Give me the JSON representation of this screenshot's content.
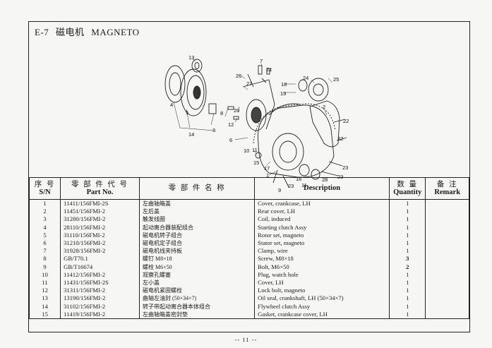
{
  "header": {
    "code": "E-7",
    "title_cn": "磁电机",
    "title_en": "MAGNETO"
  },
  "diagram": {
    "callouts": [
      "13",
      "7",
      "21",
      "26",
      "27",
      "18",
      "19",
      "24",
      "25",
      "4",
      "5",
      "14",
      "3",
      "8",
      "12",
      "20",
      "2",
      "1",
      "6",
      "10",
      "11",
      "15",
      "17",
      "22",
      "22",
      "9",
      "23",
      "16",
      "11",
      "28",
      "23",
      "23"
    ]
  },
  "table": {
    "headers": {
      "seq_cn": "序 号",
      "seq_en": "S/N",
      "part_cn": "零 部 件 代 号",
      "part_en": "Part No.",
      "name_cn": "零 部 件 名 称",
      "desc_en": "Description",
      "qty_cn": "数 量",
      "qty_en": "Quantity",
      "remark_cn": "备 注",
      "remark_en": "Remark"
    },
    "rows": [
      {
        "sn": "1",
        "part": "11411/156FMI-2S",
        "name_cn": "左曲轴箱盖",
        "desc": "Cover, crankcase, LH",
        "qty": "1",
        "remark": ""
      },
      {
        "sn": "2",
        "part": "11451/156FMI-2",
        "name_cn": "左后盖",
        "desc": "Rear cover, LH",
        "qty": "1",
        "remark": ""
      },
      {
        "sn": "3",
        "part": "31280/156FMI-2",
        "name_cn": "触发线圈",
        "desc": "Coil, induced",
        "qty": "1",
        "remark": ""
      },
      {
        "sn": "4",
        "part": "28110/156FMI-2",
        "name_cn": "起动离合器装配组合",
        "desc": "Starting clutch Assy",
        "qty": "1",
        "remark": ""
      },
      {
        "sn": "5",
        "part": "31110/156FMI-2",
        "name_cn": "磁电机转子组合",
        "desc": "Rotor set, magneto",
        "qty": "1",
        "remark": ""
      },
      {
        "sn": "6",
        "part": "31210/156FMI-2",
        "name_cn": "磁电机定子组合",
        "desc": "Stator set, magneto",
        "qty": "1",
        "remark": ""
      },
      {
        "sn": "7",
        "part": "31928/156FMI-2",
        "name_cn": "磁电机线夹持板",
        "desc": "Clamp, wire",
        "qty": "1",
        "remark": ""
      },
      {
        "sn": "8",
        "part": "GB/T70.1",
        "name_cn": "螺钉 M8×18",
        "desc": "Screw, M8×18",
        "qty": "3",
        "remark": ""
      },
      {
        "sn": "9",
        "part": "GB/T16674",
        "name_cn": "螺栓 M6×50",
        "desc": "Bolt, M6×50",
        "qty": "2",
        "remark": ""
      },
      {
        "sn": "10",
        "part": "11412/156FMI-2",
        "name_cn": "观察孔螺塞",
        "desc": "Plug, watch hole",
        "qty": "1",
        "remark": ""
      },
      {
        "sn": "11",
        "part": "11431/156FMI-2S",
        "name_cn": "左小盖",
        "desc": "Cover, LH",
        "qty": "1",
        "remark": ""
      },
      {
        "sn": "12",
        "part": "31311/156FMI-2",
        "name_cn": "磁电机紧固螺栓",
        "desc": "Lock bolt, magneto",
        "qty": "1",
        "remark": ""
      },
      {
        "sn": "13",
        "part": "13190/156FMI-2",
        "name_cn": "曲轴左油封 (50×34×7)",
        "desc": "Oil seal, crankshaft, LH (50×34×7)",
        "qty": "1",
        "remark": ""
      },
      {
        "sn": "14",
        "part": "31102/156FMI-2",
        "name_cn": "转子带起动离合器本体组合",
        "desc": "Flywheel clutch Assy",
        "qty": "1",
        "remark": ""
      },
      {
        "sn": "15",
        "part": "11419/156FMI-2",
        "name_cn": "左曲轴箱盖密封垫",
        "desc": "Gasket, crankcase cover, LH",
        "qty": "1",
        "remark": ""
      }
    ]
  },
  "footer": {
    "page": "-- 11 --"
  }
}
